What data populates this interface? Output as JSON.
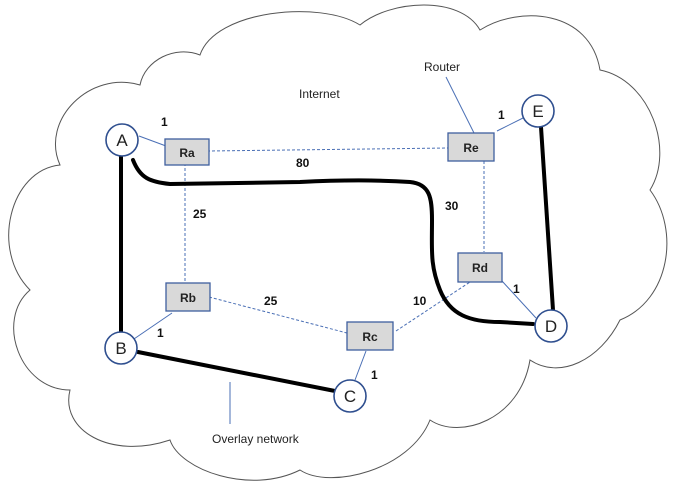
{
  "labels": {
    "internet": "Internet",
    "router": "Router",
    "overlay_network": "Overlay network"
  },
  "hosts": {
    "a": "A",
    "b": "B",
    "c": "C",
    "d": "D",
    "e": "E"
  },
  "routers": {
    "ra": "Ra",
    "rb": "Rb",
    "rc": "Rc",
    "rd": "Rd",
    "re": "Re"
  },
  "weights": {
    "a_ra": "1",
    "ra_re": "80",
    "ra_rb": "25",
    "rb_rc": "25",
    "rc_rd": "10",
    "re_rd": "30",
    "b_rb": "1",
    "c_rc": "1",
    "d_rd": "1",
    "e_re": "1"
  },
  "colors": {
    "underlay_link": "#4a6fb5",
    "overlay_link": "#000000",
    "router_fill": "#d9d9d9",
    "router_border": "#3f5f9f",
    "host_border": "#2f4f8f",
    "cloud_stroke": "#555555"
  }
}
